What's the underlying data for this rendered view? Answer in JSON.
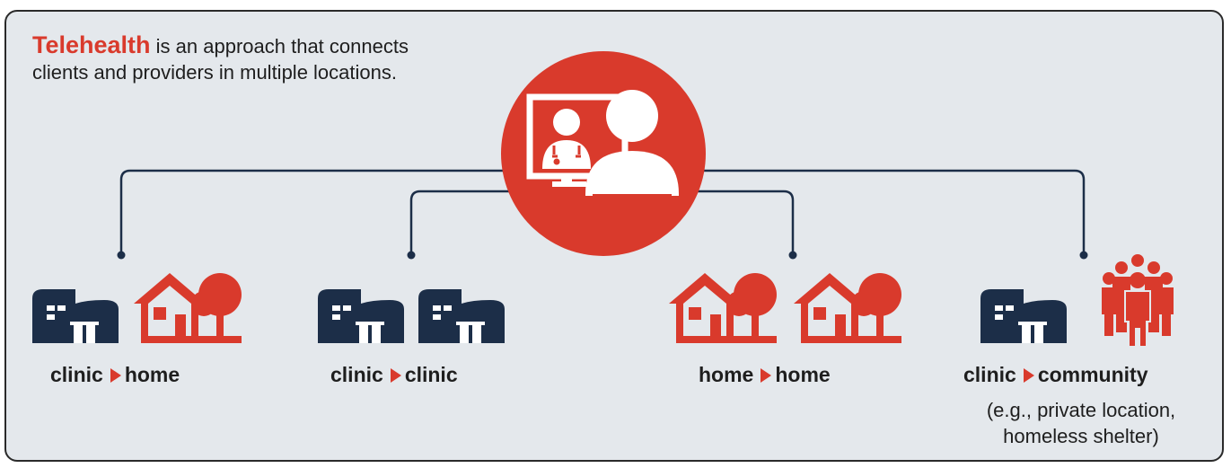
{
  "intro": {
    "highlight": "Telehealth",
    "text": " is an approach that connects clients and providers in multiple locations."
  },
  "connections": [
    {
      "from": "clinic",
      "to": "home",
      "note": ""
    },
    {
      "from": "clinic",
      "to": "clinic",
      "note": ""
    },
    {
      "from": "home",
      "to": "home",
      "note": ""
    },
    {
      "from": "clinic",
      "to": "community",
      "note": "(e.g., private location, homeless shelter)"
    }
  ],
  "icons": {
    "hub": "telehealth-screen-icon",
    "clinic": "clinic-building-icon",
    "home": "house-with-tree-icon",
    "community": "group-of-people-icon"
  },
  "colors": {
    "accent": "#d93a2c",
    "dark": "#1c2e48",
    "background": "#e4e8ec"
  }
}
